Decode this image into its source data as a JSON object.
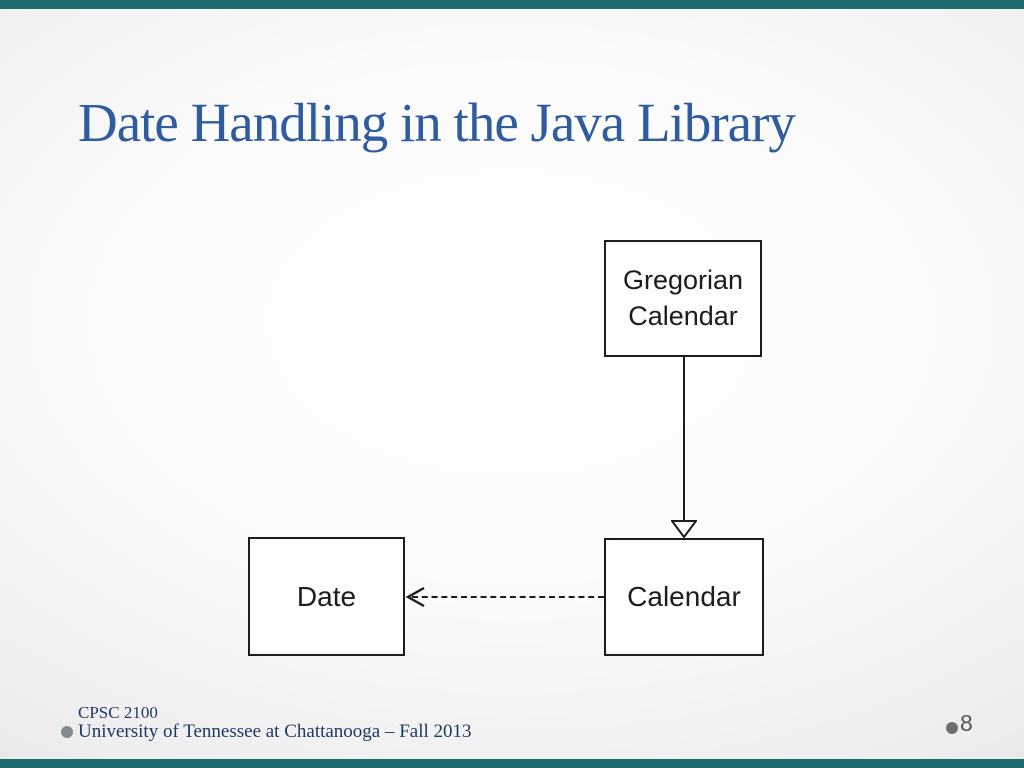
{
  "slide": {
    "title": "Date Handling in the Java Library",
    "footer": {
      "course": "CPSC 2100",
      "institution": "University of Tennessee at Chattanooga – Fall 2013"
    },
    "page_number": "8"
  },
  "diagram": {
    "type": "uml-class-diagram",
    "nodes": [
      {
        "id": "gregorian-calendar",
        "line1": "Gregorian",
        "line2": "Calendar"
      },
      {
        "id": "calendar",
        "label": "Calendar"
      },
      {
        "id": "date",
        "label": "Date"
      }
    ],
    "relationships": [
      {
        "from": "GregorianCalendar",
        "to": "Calendar",
        "line": "solid",
        "arrowhead": "hollow-triangle-down"
      },
      {
        "from": "Calendar",
        "to": "Date",
        "line": "dashed",
        "arrowhead": "open-left"
      }
    ]
  },
  "colors": {
    "frame_teal": "#1f6b72",
    "title_blue": "#2e5c9e",
    "footer_navy": "#1f3864",
    "diagram_ink": "#1c1c1c",
    "page_number_gray": "#555555",
    "bullet_gray": "#828a92"
  }
}
